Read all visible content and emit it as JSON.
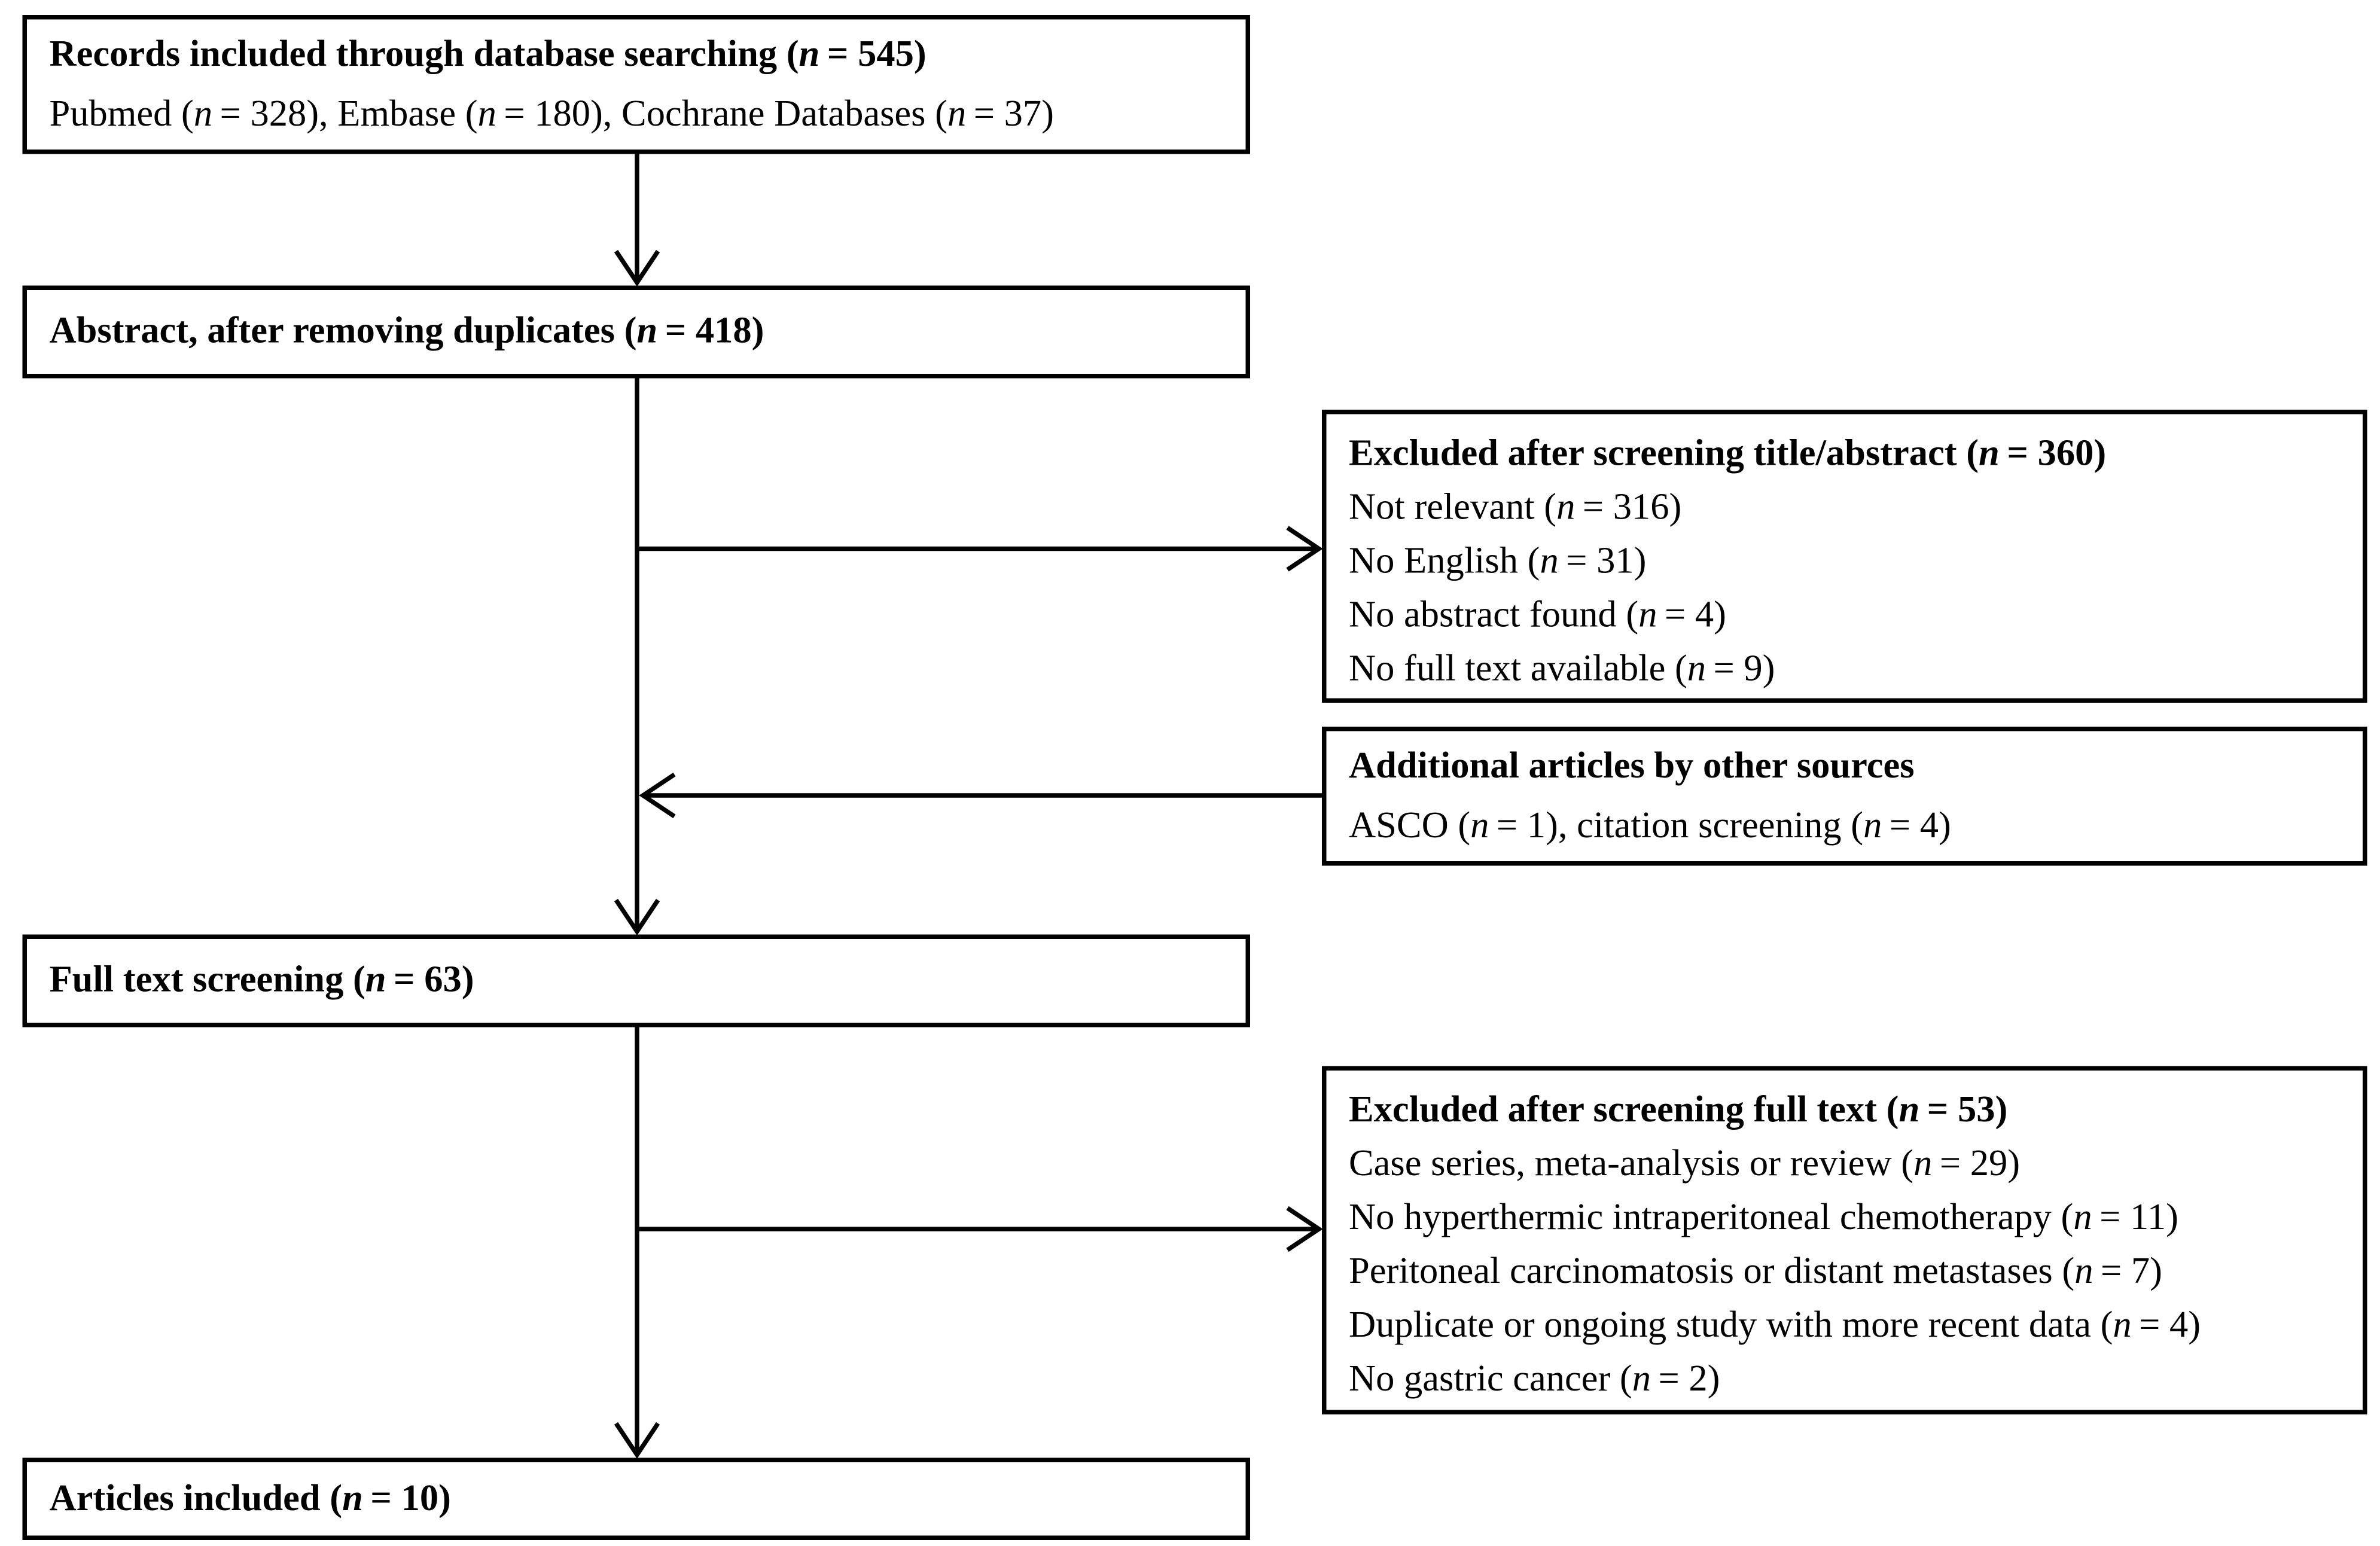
{
  "colors": {
    "border": "#000000",
    "background": "#ffffff",
    "text": "#000000"
  },
  "diagram": {
    "type": "prisma-flowchart",
    "boxes": {
      "records": {
        "title": "Records included through database searching (n = 545)",
        "body": "Pubmed (n = 328), Embase (n = 180), Cochrane Databases (n = 37)"
      },
      "abstract": {
        "title": "Abstract, after removing duplicates (n = 418)"
      },
      "excluded_title_abstract": {
        "title": "Excluded after screening title/abstract (n = 360)",
        "items": [
          "Not relevant (n = 316)",
          "No English (n = 31)",
          "No abstract found (n = 4)",
          "No full text available (n = 9)"
        ]
      },
      "additional_sources": {
        "title": "Additional articles by other sources",
        "body": "ASCO (n = 1), citation screening (n = 4)"
      },
      "full_text": {
        "title": "Full text screening (n = 63)"
      },
      "excluded_full_text": {
        "title": "Excluded after screening full text (n = 53)",
        "items": [
          "Case series, meta-analysis or review (n = 29)",
          "No hyperthermic intraperitoneal chemotherapy (n = 11)",
          "Peritoneal carcinomatosis or distant metastases (n = 7)",
          "Duplicate or ongoing study with more recent data (n = 4)",
          "No gastric cancer (n = 2)"
        ]
      },
      "included": {
        "title": "Articles included (n = 10)"
      }
    }
  }
}
